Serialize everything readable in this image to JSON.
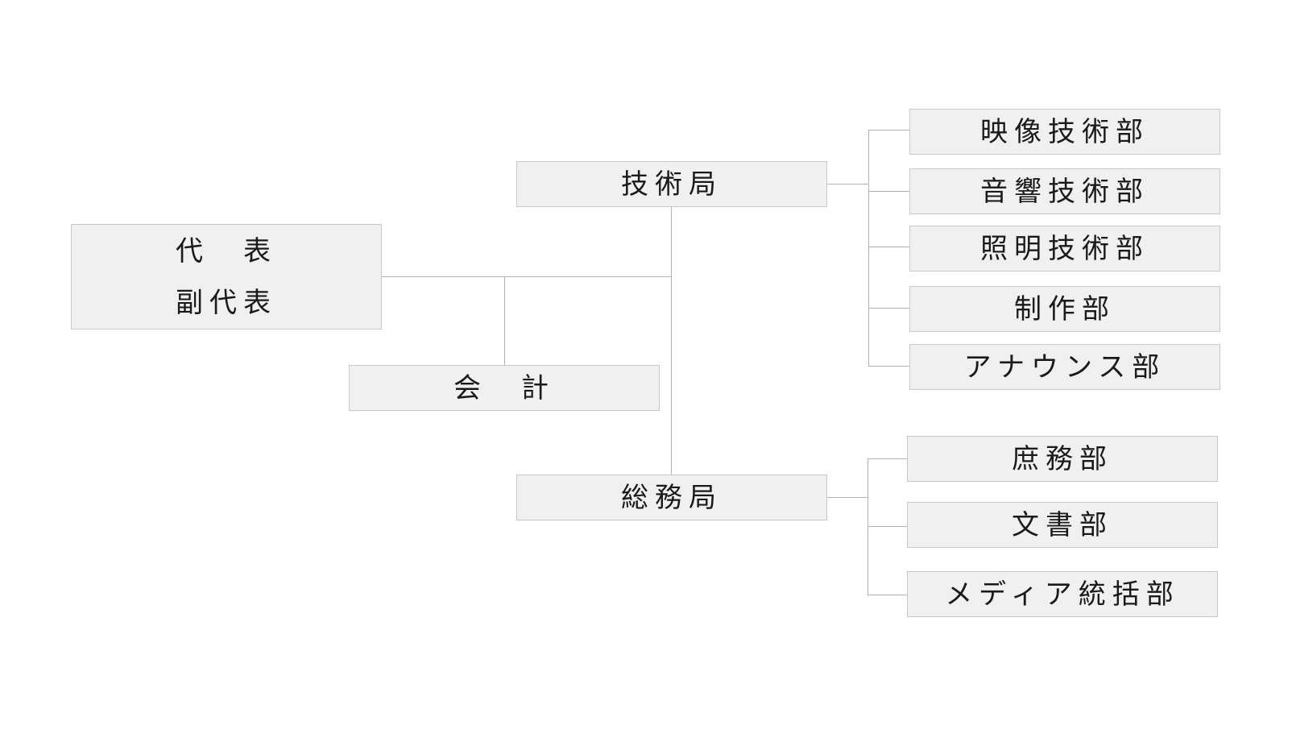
{
  "org_chart": {
    "representative": {
      "line1": "代　表",
      "line2": "副代表"
    },
    "accounting": "会　計",
    "technical_bureau": {
      "label": "技術局",
      "departments": [
        "映像技術部",
        "音響技術部",
        "照明技術部",
        "制作部",
        "アナウンス部"
      ]
    },
    "general_affairs_bureau": {
      "label": "総務局",
      "departments": [
        "庶務部",
        "文書部",
        "メディア統括部"
      ]
    }
  },
  "colors": {
    "node_fill": "#f0f0f0",
    "node_border": "#c8c8c8",
    "connector": "#b3b3b3",
    "text": "#1a1a1a"
  }
}
